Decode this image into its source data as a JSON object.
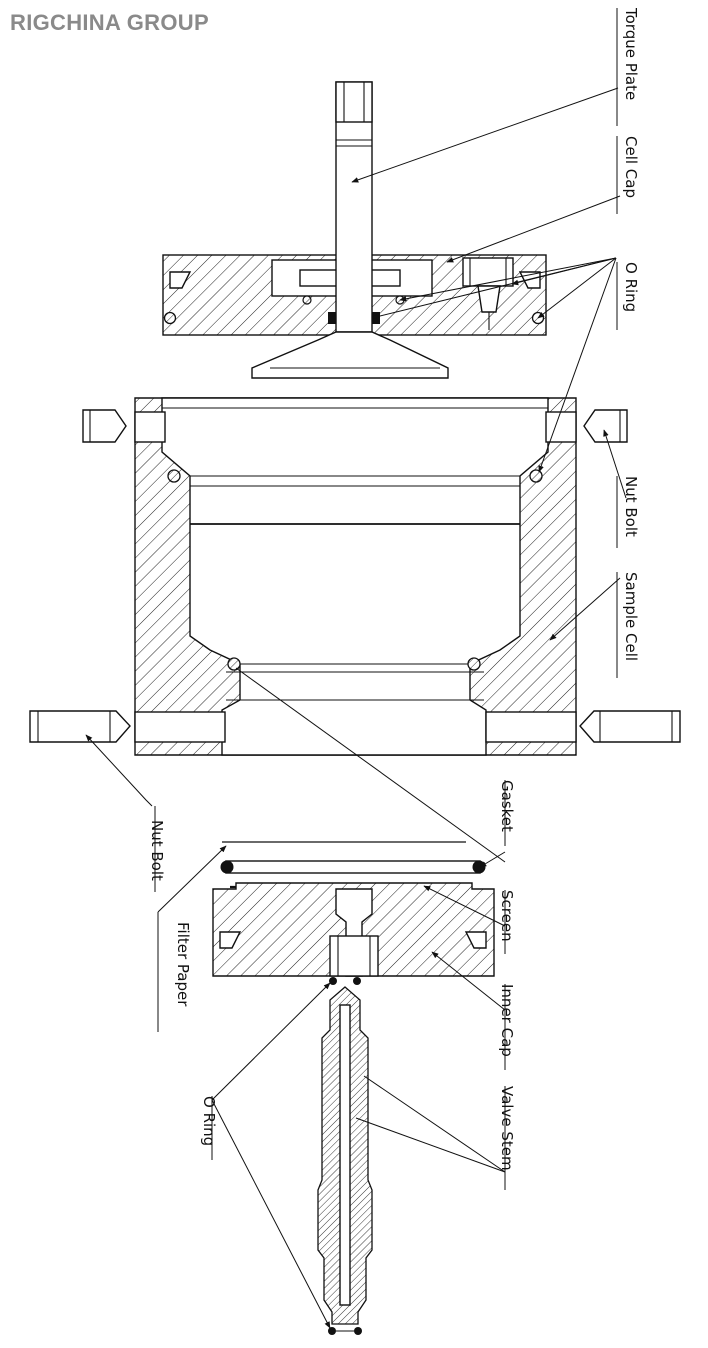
{
  "brand": "RIGCHINA GROUP",
  "labels": {
    "torque_plate": "Torque Plate",
    "cell_cap": "Cell Cap",
    "o_ring_top": "O Ring",
    "nut_bolt_right": "Nut Bolt",
    "sample_cell": "Sample Cell",
    "nut_bolt_left": "Nut Bolt",
    "gasket": "Gasket",
    "filter_paper": "Filter Paper",
    "screen": "Screen",
    "inner_cap": "Inner Cap",
    "valve_stem": "Valve Stem",
    "o_ring_bottom": "O Ring"
  }
}
